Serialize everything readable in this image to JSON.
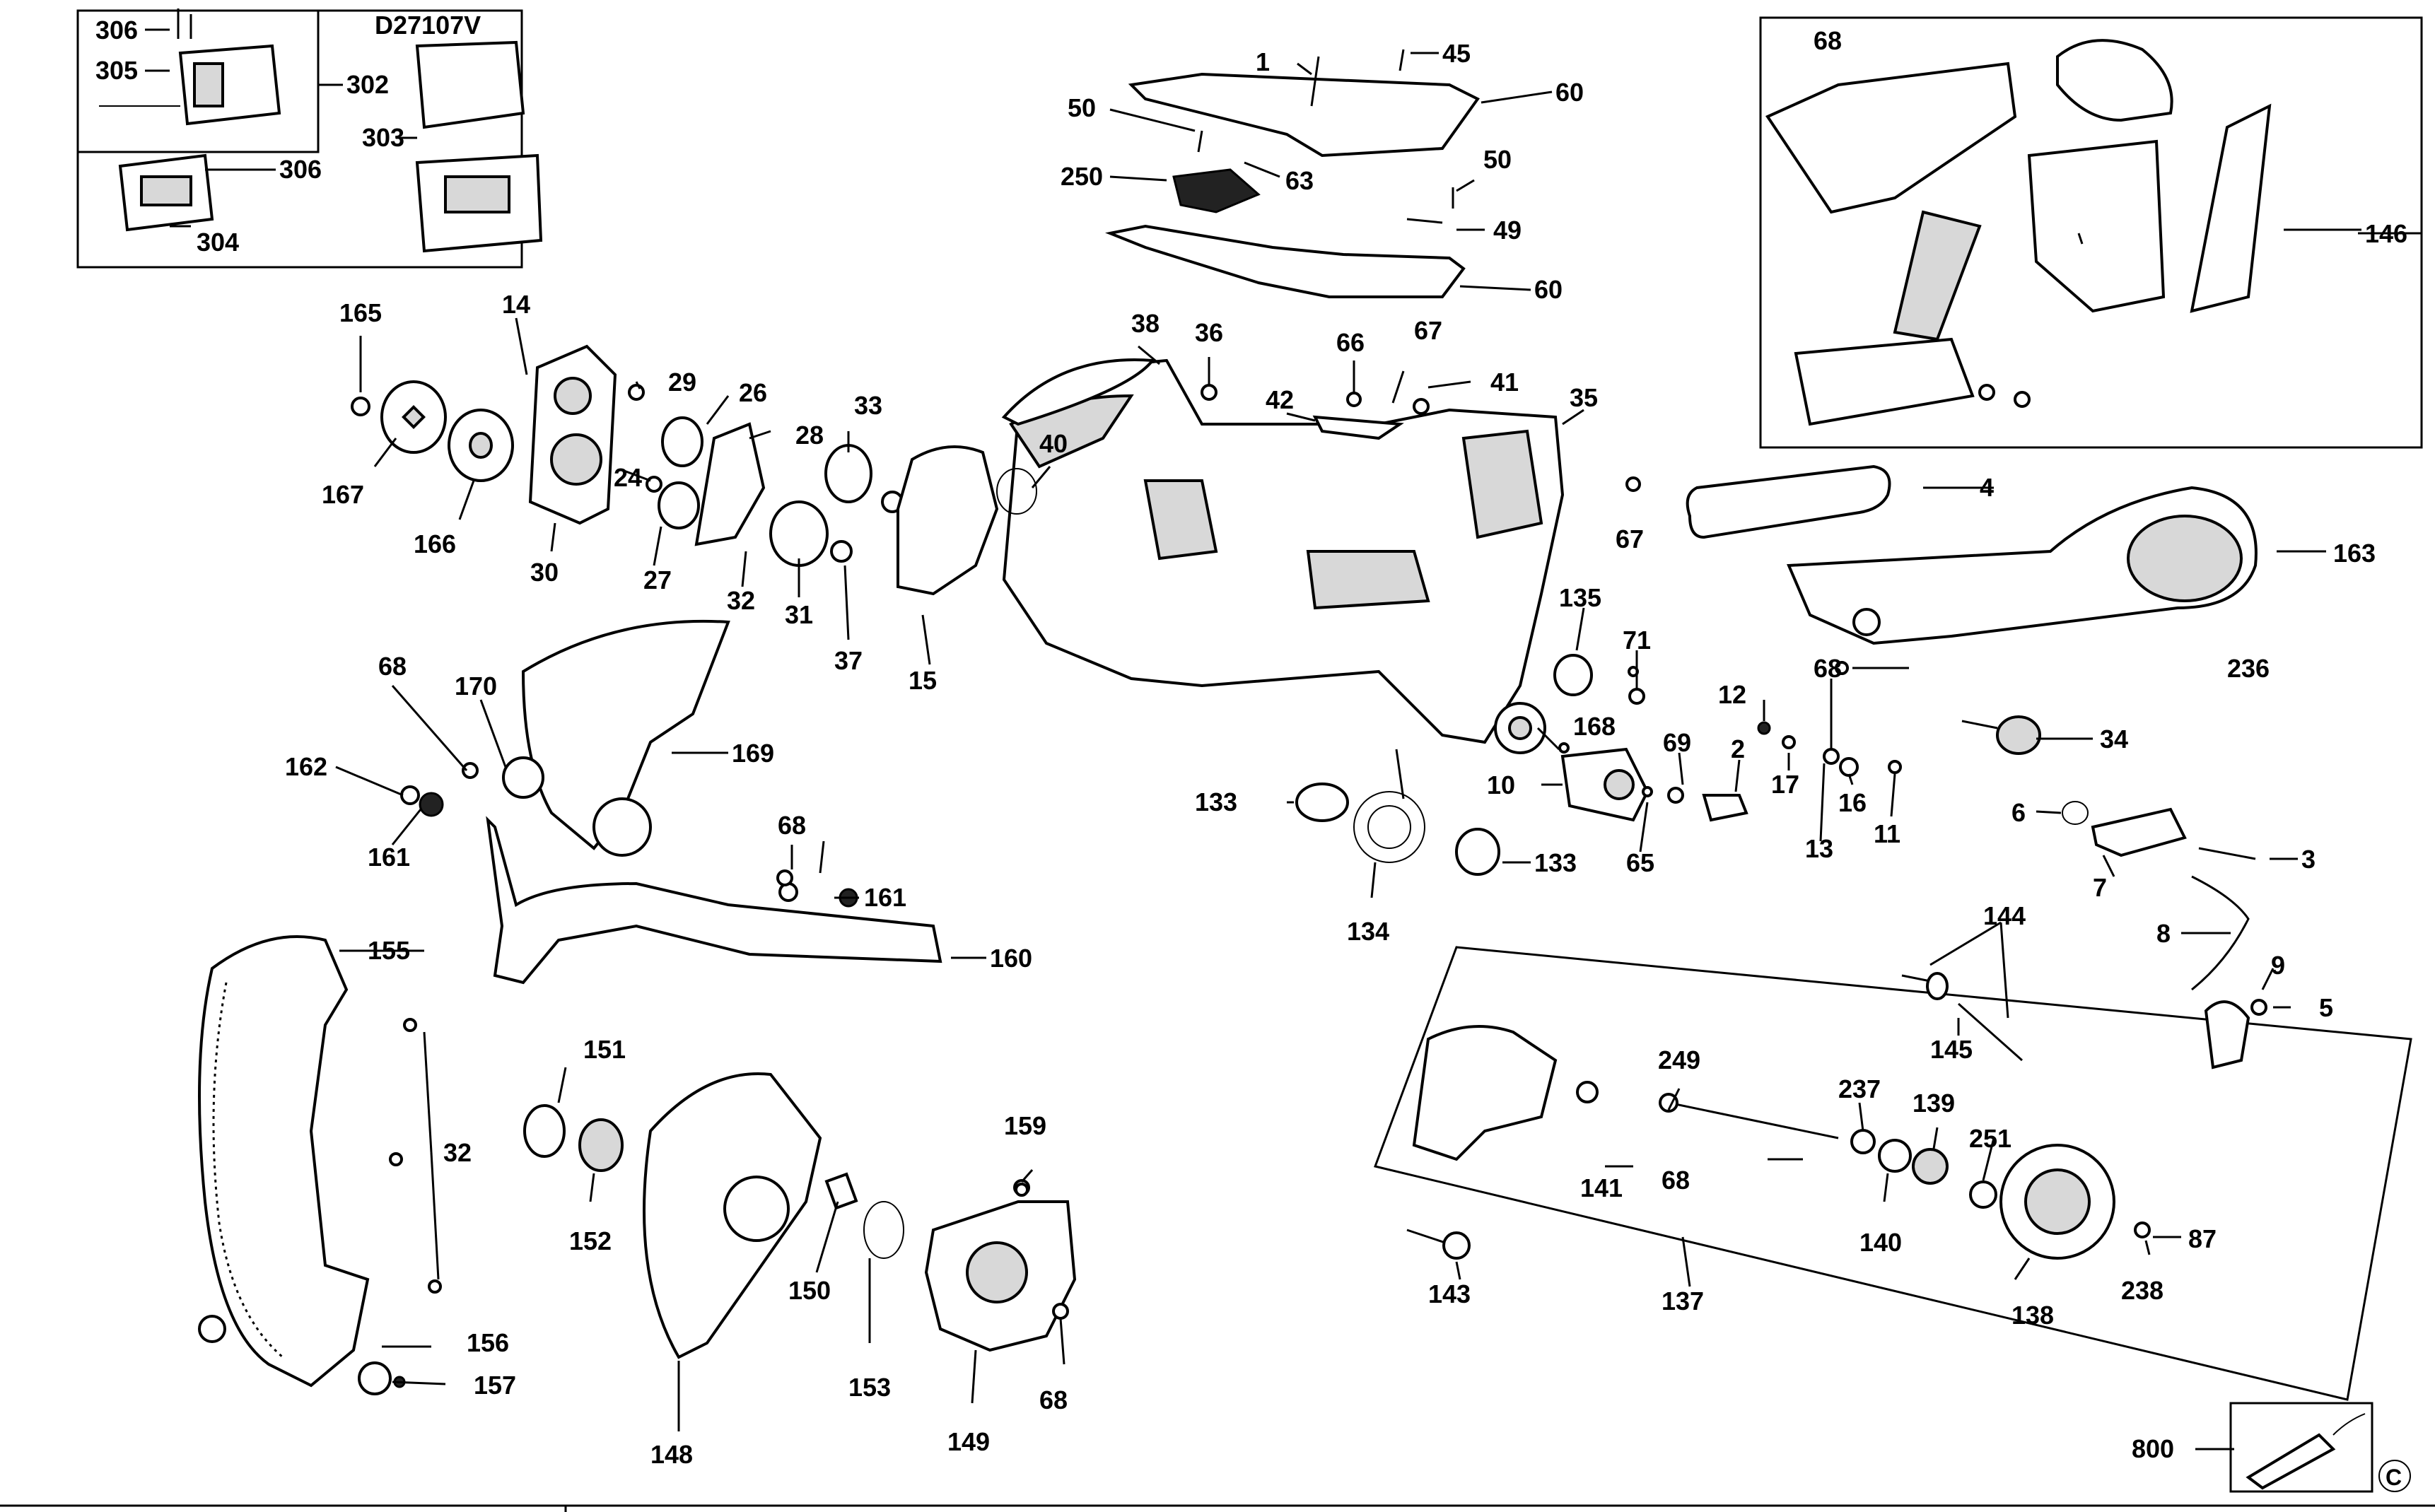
{
  "kit": {
    "model": "D27107V"
  },
  "part_labels": [
    "1",
    "2",
    "3",
    "4",
    "5",
    "6",
    "7",
    "8",
    "9",
    "10",
    "11",
    "12",
    "13",
    "14",
    "15",
    "16",
    "17",
    "24",
    "26",
    "27",
    "28",
    "29",
    "30",
    "31",
    "32",
    "33",
    "34",
    "35",
    "36",
    "37",
    "38",
    "40",
    "41",
    "42",
    "45",
    "49",
    "50",
    "60",
    "63",
    "65",
    "66",
    "67",
    "68",
    "69",
    "71",
    "87",
    "133",
    "134",
    "135",
    "137",
    "138",
    "139",
    "140",
    "141",
    "143",
    "144",
    "145",
    "146",
    "148",
    "149",
    "150",
    "151",
    "152",
    "153",
    "155",
    "156",
    "157",
    "159",
    "160",
    "161",
    "162",
    "163",
    "165",
    "166",
    "167",
    "168",
    "169",
    "170",
    "236",
    "237",
    "238",
    "249",
    "250",
    "251",
    "302",
    "303",
    "304",
    "305",
    "306",
    "800"
  ],
  "copyright_mark": "C"
}
